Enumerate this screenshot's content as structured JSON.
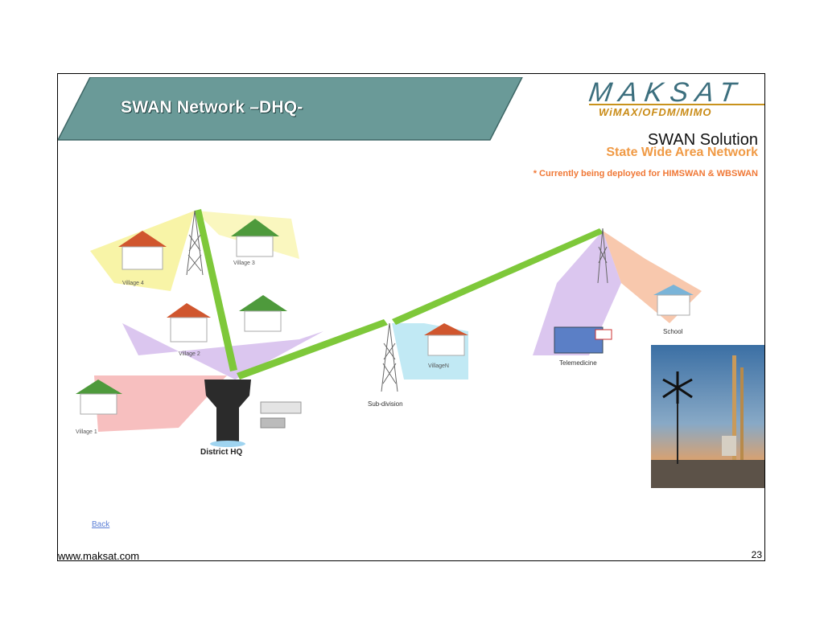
{
  "slide": {
    "title": "SWAN Network –DHQ-",
    "logo": {
      "main": "MAKSAT",
      "sub": "WiMAX/OFDM/MIMO"
    },
    "solution_title": "SWAN Solution",
    "solution_subtitle": "State Wide Area Network",
    "note": "* Currently being deployed for HIMSWAN & WBSWAN",
    "back_link": "Back",
    "footer_url": "www.maksat.com",
    "page_number": "23"
  },
  "diagram": {
    "labels": {
      "village4": "Village 4",
      "village3": "Village 3",
      "village2": "Village 2",
      "village1": "Village 1",
      "villageN": "VillageN",
      "district_hq": "District HQ",
      "sub_division": "Sub-division",
      "telemedicine": "Telemedicine",
      "school": "School"
    },
    "colors": {
      "banner": "#6a9a98",
      "link": "#7ec83a",
      "sector_yellow": "#f5f08a",
      "sector_purple": "#c7a8e6",
      "sector_red": "#f08a8a",
      "sector_cyan": "#a6dff0",
      "sector_orange": "#f5b08a",
      "roof": "#4e9a3c",
      "roof_red": "#d0562e"
    }
  }
}
